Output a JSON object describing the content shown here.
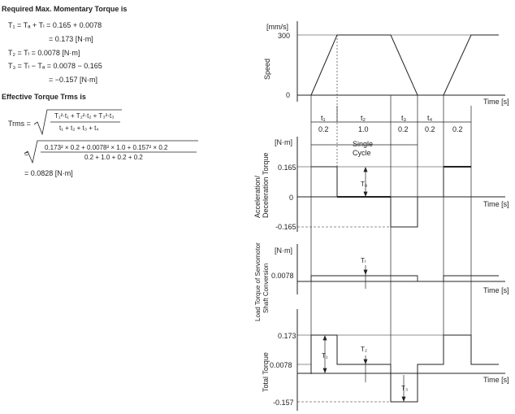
{
  "left": {
    "heading1": "Required Max. Momentary Torque is",
    "eq1_line1": "T₁ = Tₐ + Tₗ = 0.165 + 0.0078",
    "eq1_line2": "= 0.173 [N·m]",
    "eq2": "T₂ = Tₗ = 0.0078 [N·m]",
    "eq3_line1": "T₃ = Tₗ − Tₐ = 0.0078 − 0.165",
    "eq3_line2": "= −0.157 [N·m]",
    "heading2": "Effective Torque Trms is",
    "trms_label": "Trms =",
    "frac1_num": "T₁²·t₁ + T₂²·t₂ + T₃²·t₃",
    "frac1_den": "t₁ + t₂ + t₃ + t₄",
    "eq_sign2": "=",
    "frac2_num": "0.173² × 0.2 + 0.0078² × 1.0 + 0.157² × 0.2",
    "frac2_den": "0.2 + 1.0 + 0.2 + 0.2",
    "result": "= 0.0828 [N·m]"
  },
  "diagram": {
    "speed_unit": "[mm/s]",
    "speed_300": "300",
    "speed_0": "0",
    "speed_axis_label": "Speed",
    "time_label": "Time [s]",
    "t_labels": [
      "t₁",
      "t₂",
      "t₃",
      "t₄",
      ""
    ],
    "t_values": [
      "0.2",
      "1.0",
      "0.2",
      "0.2",
      "0.2"
    ],
    "single_cycle": [
      "Single",
      "Cycle"
    ],
    "torque_unit": "[N·m]",
    "accel_axis_label": [
      "Acceleration/",
      "Deceleration Torque"
    ],
    "accel_ticks": [
      "0.165",
      "0",
      "-0.165"
    ],
    "ta_label": "Tₐ",
    "load_axis_label": [
      "Load Torque of Servomotor",
      "Shaft Conversion"
    ],
    "load_tick": "0.0078",
    "tl_label": "Tₗ",
    "total_axis_label": "Total Torque",
    "total_ticks": [
      "0.173",
      "0.0078",
      "-0.157"
    ],
    "t1_label": "T₁",
    "t2_label": "T₂",
    "t3_label": "T₃"
  }
}
